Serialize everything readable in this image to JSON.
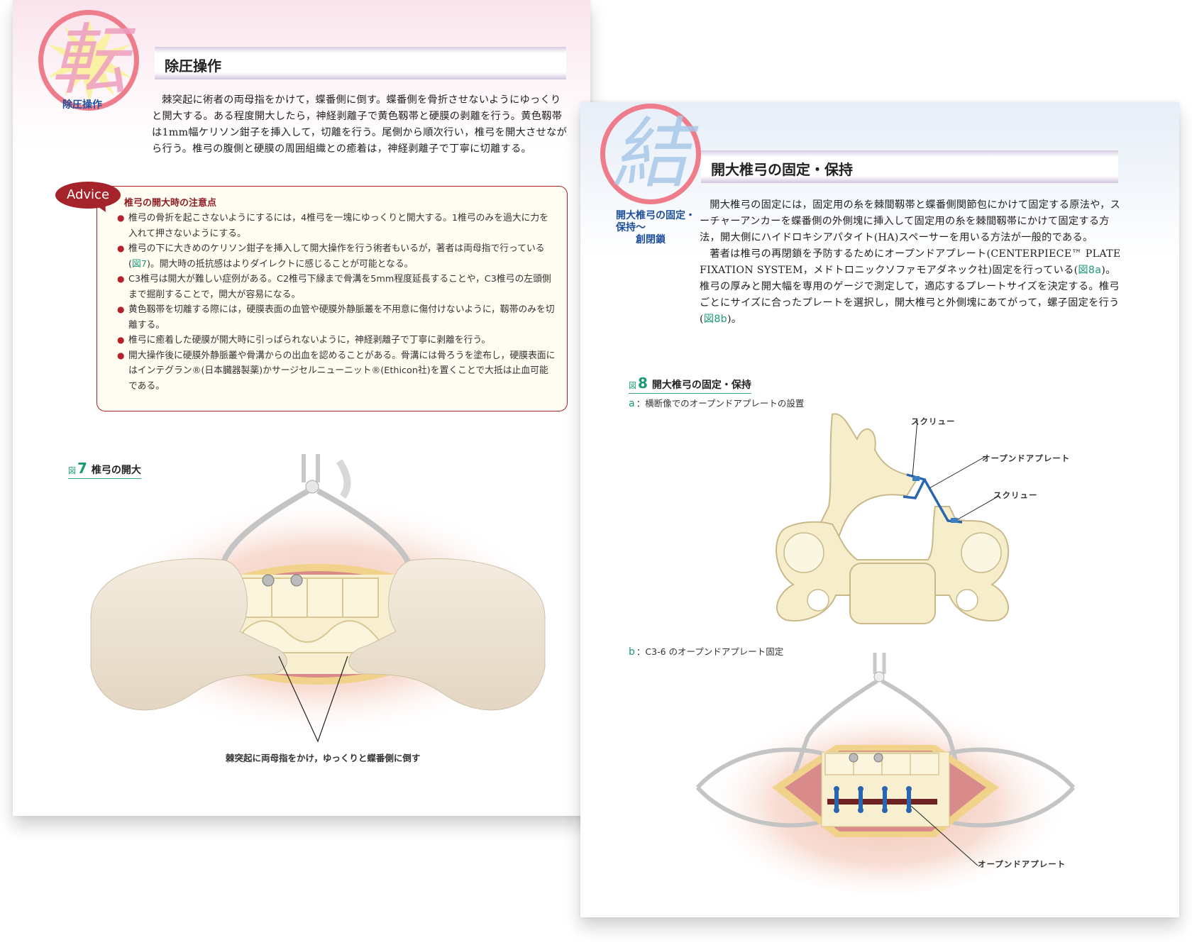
{
  "left_page": {
    "badge_kanji": "転",
    "side_label": "除圧操作",
    "heading": "除圧操作",
    "body_paragraph": "棘突起に術者の両母指をかけて，蝶番側に倒す。蝶番側を骨折させないようにゆっくりと開大する。ある程度開大したら，神経剥離子で黄色靱帯と硬膜の剥離を行う。黄色靱帯は1mm幅ケリソン鉗子を挿入して，切離を行う。尾側から順次行い，椎弓を開大させながら行う。椎弓の腹側と硬膜の周囲組織との癒着は，神経剥離子で丁寧に切離する。",
    "advice": {
      "badge_label": "Advice",
      "title": "椎弓の開大時の注意点",
      "items": [
        {
          "text": "椎弓の骨折を起こさないようにするには，4椎弓を一塊にゆっくりと開大する。1椎弓のみを過大に力を入れて押さないようにする。"
        },
        {
          "pre": "椎弓の下に大きめのケリソン鉗子を挿入して開大操作を行う術者もいるが，著者は両母指で行っている(",
          "ref": "図7",
          "post": ")。開大時の抵抗感はよりダイレクトに感じることが可能となる。"
        },
        {
          "text": "C3椎弓は開大が難しい症例がある。C2椎弓下縁まで骨溝を5mm程度延長することや，C3椎弓の左頭側まで掘削することで，開大が容易になる。"
        },
        {
          "text": "黄色靱帯を切離する際には，硬膜表面の血管や硬膜外静脈叢を不用意に傷付けないように，靱帯のみを切離する。"
        },
        {
          "text": "椎弓に癒着した硬膜が開大時に引っぱられないように，神経剥離子で丁寧に剥離を行う。"
        },
        {
          "text": "開大操作後に硬膜外静脈叢や骨溝からの出血を認めることがある。骨溝には骨ろうを塗布し，硬膜表面にはインテグラン®(日本臓器製薬)かサージセルニューニット®(Ethicon社)を置くことで大抵は止血可能である。"
        }
      ]
    },
    "figure": {
      "prefix": "図",
      "number": "7",
      "title": "椎弓の開大",
      "callout": "棘突起に両母指をかけ，ゆっくりと蝶番側に倒す"
    }
  },
  "right_page": {
    "badge_kanji": "結",
    "side_label_lines": [
      "開大椎弓の固定・",
      "保持～",
      "　創閉鎖"
    ],
    "heading": "開大椎弓の固定・保持",
    "paragraph1": "開大椎弓の固定には，固定用の糸を棘間靱帯と蝶番側関節包にかけて固定する原法や，スーチャーアンカーを蝶番側の外側塊に挿入して固定用の糸を棘間靱帯にかけて固定する方法，開大側にハイドロキシアパタイト(HA)スペーサーを用いる方法が一般的である。",
    "paragraph2": {
      "pre": "著者は椎弓の再閉鎖を予防するためにオープンドアプレート(CENTERPIECE™ PLATE FIXATION SYSTEM，メドトロニックソファモアダネック社)固定を行っている(",
      "ref1": "図8a",
      "mid": ")。椎弓の厚みと開大幅を専用のゲージで測定して，適応するプレートサイズを決定する。椎弓ごとにサイズに合ったプレートを選択し，開大椎弓と外側塊にあてがって，螺子固定を行う(",
      "ref2": "図8b",
      "post": ")。"
    },
    "figure": {
      "prefix": "図",
      "number": "8",
      "title": "開大椎弓の固定・保持",
      "sub_a": {
        "letter": "a",
        "text": "：横断像でのオープンドアプレートの設置"
      },
      "sub_b": {
        "letter": "b",
        "text": "：C3-6 のオープンドアプレート固定"
      },
      "callouts_a": [
        "スクリュー",
        "オープンドアプレート",
        "スクリュー"
      ],
      "callout_b": "オープンドアプレート"
    }
  },
  "colors": {
    "accent_green": "#1b9a78",
    "advice_red": "#a5232b",
    "side_label_blue": "#1e4f9c",
    "plate_blue": "#2a66b0",
    "bone": "#f6eecb"
  }
}
